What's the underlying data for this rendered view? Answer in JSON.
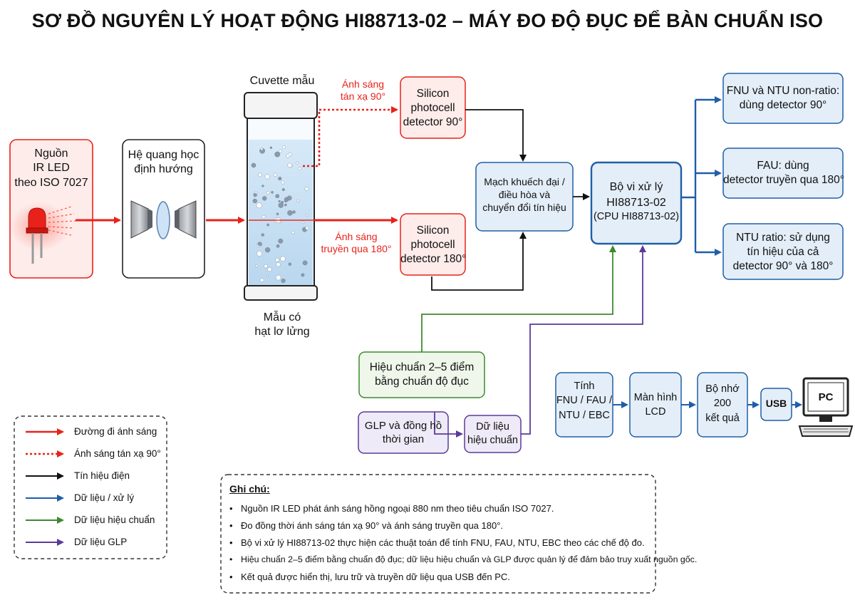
{
  "title": "SƠ ĐỒ NGUYÊN LÝ HOẠT ĐỘNG HI88713-02 – MÁY ĐO ĐỘ ĐỤC ĐỂ BÀN CHUẨN ISO",
  "colors": {
    "light": "#e8221b",
    "electric": "#111111",
    "data": "#1f5ea8",
    "calibration": "#3d8a2e",
    "glp": "#5b3a9a",
    "box_red_fill": "#fdecea",
    "box_blue_fill": "#e4eef8",
    "box_green_fill": "#eef7ea",
    "box_purple_fill": "#efeaf7"
  },
  "nodes": {
    "ir_source": [
      "Nguồn",
      "IR LED",
      "theo ISO 7027"
    ],
    "optics": [
      "Hệ quang học",
      "định hướng"
    ],
    "cuvette_label": "Cuvette mẫu",
    "sample_label": [
      "Mẫu có",
      "hạt lơ lửng"
    ],
    "scatter_label": [
      "Ánh sáng",
      "tán xạ 90°"
    ],
    "trans_label": [
      "Ánh sáng",
      "truyền qua 180°"
    ],
    "detector90": [
      "Silicon",
      "photocell",
      "detector 90°"
    ],
    "detector180": [
      "Silicon",
      "photocell",
      "detector 180°"
    ],
    "amplifier": [
      "Mạch khuếch đại /",
      "điều hòa và",
      "chuyển đổi tín hiệu"
    ],
    "cpu": [
      "Bộ vi xử lý",
      "HI88713-02",
      "(CPU HI88713-02)"
    ],
    "out_fnu": [
      "FNU và NTU non-ratio:",
      "dùng detector 90°"
    ],
    "out_fau": [
      "FAU: dùng",
      "detector truyền qua 180°"
    ],
    "out_ntu": [
      "NTU ratio: sử dụng",
      "tín hiệu của cả",
      "detector 90° và 180°"
    ],
    "calibration": [
      "Hiệu chuẩn 2–5 điểm",
      "bằng chuẩn độ đục"
    ],
    "glp": [
      "GLP và đồng hồ",
      "thời gian"
    ],
    "cal_data": [
      "Dữ liệu",
      "hiệu chuẩn"
    ],
    "compute": [
      "Tính",
      "FNU / FAU /",
      "NTU / EBC"
    ],
    "lcd": [
      "Màn hình",
      "LCD"
    ],
    "memory": [
      "Bộ nhớ",
      "200",
      "kết quả"
    ],
    "usb": "USB",
    "pc": "PC"
  },
  "legend": [
    {
      "label": "Đường đi ánh sáng",
      "style": "light"
    },
    {
      "label": "Ánh sáng tán xạ 90°",
      "style": "light-dotted"
    },
    {
      "label": "Tín hiệu điện",
      "style": "electric"
    },
    {
      "label": "Dữ liệu / xử lý",
      "style": "data"
    },
    {
      "label": "Dữ liệu hiệu chuẩn",
      "style": "calibration"
    },
    {
      "label": "Dữ liệu GLP",
      "style": "glp"
    }
  ],
  "notes": {
    "title": "Ghi chú:",
    "items": [
      "Nguồn IR LED phát ánh sáng hồng ngoại 880 nm theo tiêu chuẩn ISO 7027.",
      "Đo đồng thời ánh sáng tán xạ 90° và ánh sáng truyền qua 180°.",
      "Bộ vi xử lý HI88713-02 thực hiện các thuật toán để tính FNU, FAU, NTU, EBC theo các chế độ đo.",
      "Hiệu chuẩn 2–5 điểm bằng chuẩn độ đục; dữ liệu hiệu chuẩn và GLP được quản lý để đảm bảo truy xuất nguồn gốc.",
      "Kết quả được hiển thị, lưu trữ và truyền dữ liệu qua USB đến PC."
    ]
  }
}
